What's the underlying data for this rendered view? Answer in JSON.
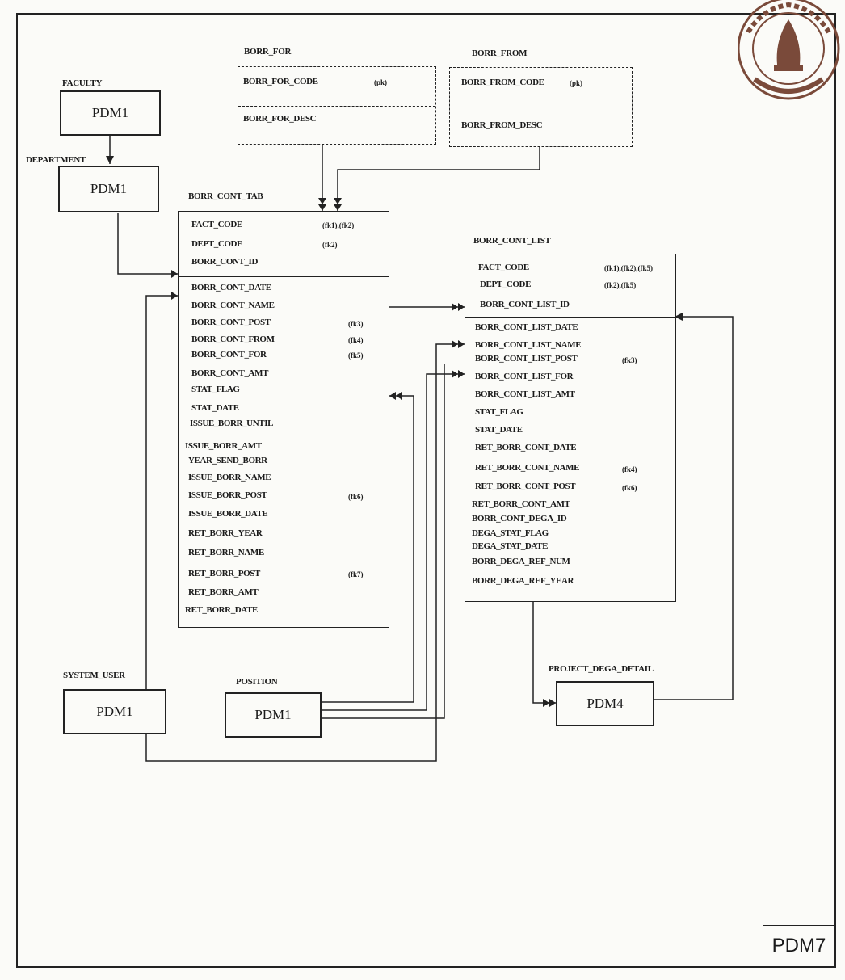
{
  "entities": {
    "faculty": {
      "name": "FACULTY",
      "box": "PDM1"
    },
    "department": {
      "name": "DEPARTMENT",
      "box": "PDM1"
    },
    "system_user": {
      "name": "SYSTEM_USER",
      "box": "PDM1"
    },
    "position": {
      "name": "POSITION",
      "box": "PDM1"
    },
    "project_dega_detail": {
      "name": "PROJECT_DEGA_DETAIL",
      "box": "PDM4"
    },
    "borr_for": {
      "name": "BORR_FOR",
      "key_fields": [
        {
          "name": "BORR_FOR_CODE",
          "key": "(pk)"
        }
      ],
      "fields": [
        {
          "name": "BORR_FOR_DESC",
          "key": ""
        }
      ]
    },
    "borr_from": {
      "name": "BORR_FROM",
      "key_fields": [
        {
          "name": "BORR_FROM_CODE",
          "key": "(pk)"
        }
      ],
      "fields": [
        {
          "name": "BORR_FROM_DESC",
          "key": ""
        }
      ]
    },
    "borr_cont_tab": {
      "name": "BORR_CONT_TAB",
      "key_fields": [
        {
          "name": "FACT_CODE",
          "key": "(fk1),(fk2)"
        },
        {
          "name": "DEPT_CODE",
          "key": "(fk2)"
        },
        {
          "name": "BORR_CONT_ID",
          "key": ""
        }
      ],
      "fields": [
        {
          "name": "BORR_CONT_DATE",
          "key": ""
        },
        {
          "name": "BORR_CONT_NAME",
          "key": ""
        },
        {
          "name": "BORR_CONT_POST",
          "key": "(fk3)"
        },
        {
          "name": "BORR_CONT_FROM",
          "key": "(fk4)"
        },
        {
          "name": "BORR_CONT_FOR",
          "key": "(fk5)"
        },
        {
          "name": "BORR_CONT_AMT",
          "key": ""
        },
        {
          "name": "STAT_FLAG",
          "key": ""
        },
        {
          "name": "STAT_DATE",
          "key": ""
        },
        {
          "name": "ISSUE_BORR_UNTIL",
          "key": ""
        },
        {
          "name": "ISSUE_BORR_AMT",
          "key": ""
        },
        {
          "name": "YEAR_SEND_BORR",
          "key": ""
        },
        {
          "name": "ISSUE_BORR_NAME",
          "key": ""
        },
        {
          "name": "ISSUE_BORR_POST",
          "key": "(fk6)"
        },
        {
          "name": "ISSUE_BORR_DATE",
          "key": ""
        },
        {
          "name": "RET_BORR_YEAR",
          "key": ""
        },
        {
          "name": "RET_BORR_NAME",
          "key": ""
        },
        {
          "name": "RET_BORR_POST",
          "key": "(fk7)"
        },
        {
          "name": "RET_BORR_AMT",
          "key": ""
        },
        {
          "name": "RET_BORR_DATE",
          "key": ""
        }
      ]
    },
    "borr_cont_list": {
      "name": "BORR_CONT_LIST",
      "key_fields": [
        {
          "name": "FACT_CODE",
          "key": "(fk1),(fk2),(fk5)"
        },
        {
          "name": "DEPT_CODE",
          "key": "(fk2),(fk5)"
        },
        {
          "name": "BORR_CONT_LIST_ID",
          "key": ""
        }
      ],
      "fields": [
        {
          "name": "BORR_CONT_LIST_DATE",
          "key": ""
        },
        {
          "name": "BORR_CONT_LIST_NAME",
          "key": ""
        },
        {
          "name": "BORR_CONT_LIST_POST",
          "key": "(fk3)"
        },
        {
          "name": "BORR_CONT_LIST_FOR",
          "key": ""
        },
        {
          "name": "BORR_CONT_LIST_AMT",
          "key": ""
        },
        {
          "name": "STAT_FLAG",
          "key": ""
        },
        {
          "name": "STAT_DATE",
          "key": ""
        },
        {
          "name": "RET_BORR_CONT_DATE",
          "key": ""
        },
        {
          "name": "RET_BORR_CONT_NAME",
          "key": "(fk4)"
        },
        {
          "name": "RET_BORR_CONT_POST",
          "key": "(fk6)"
        },
        {
          "name": "RET_BORR_CONT_AMT",
          "key": ""
        },
        {
          "name": "BORR_CONT_DEGA_ID",
          "key": ""
        },
        {
          "name": "DEGA_STAT_FLAG",
          "key": ""
        },
        {
          "name": "DEGA_STAT_DATE",
          "key": ""
        },
        {
          "name": "BORR_DEGA_REF_NUM",
          "key": ""
        },
        {
          "name": "BORR_DEGA_REF_YEAR",
          "key": ""
        }
      ]
    }
  },
  "page_tag": "PDM7",
  "seal": {
    "icon": "university-seal-icon"
  }
}
